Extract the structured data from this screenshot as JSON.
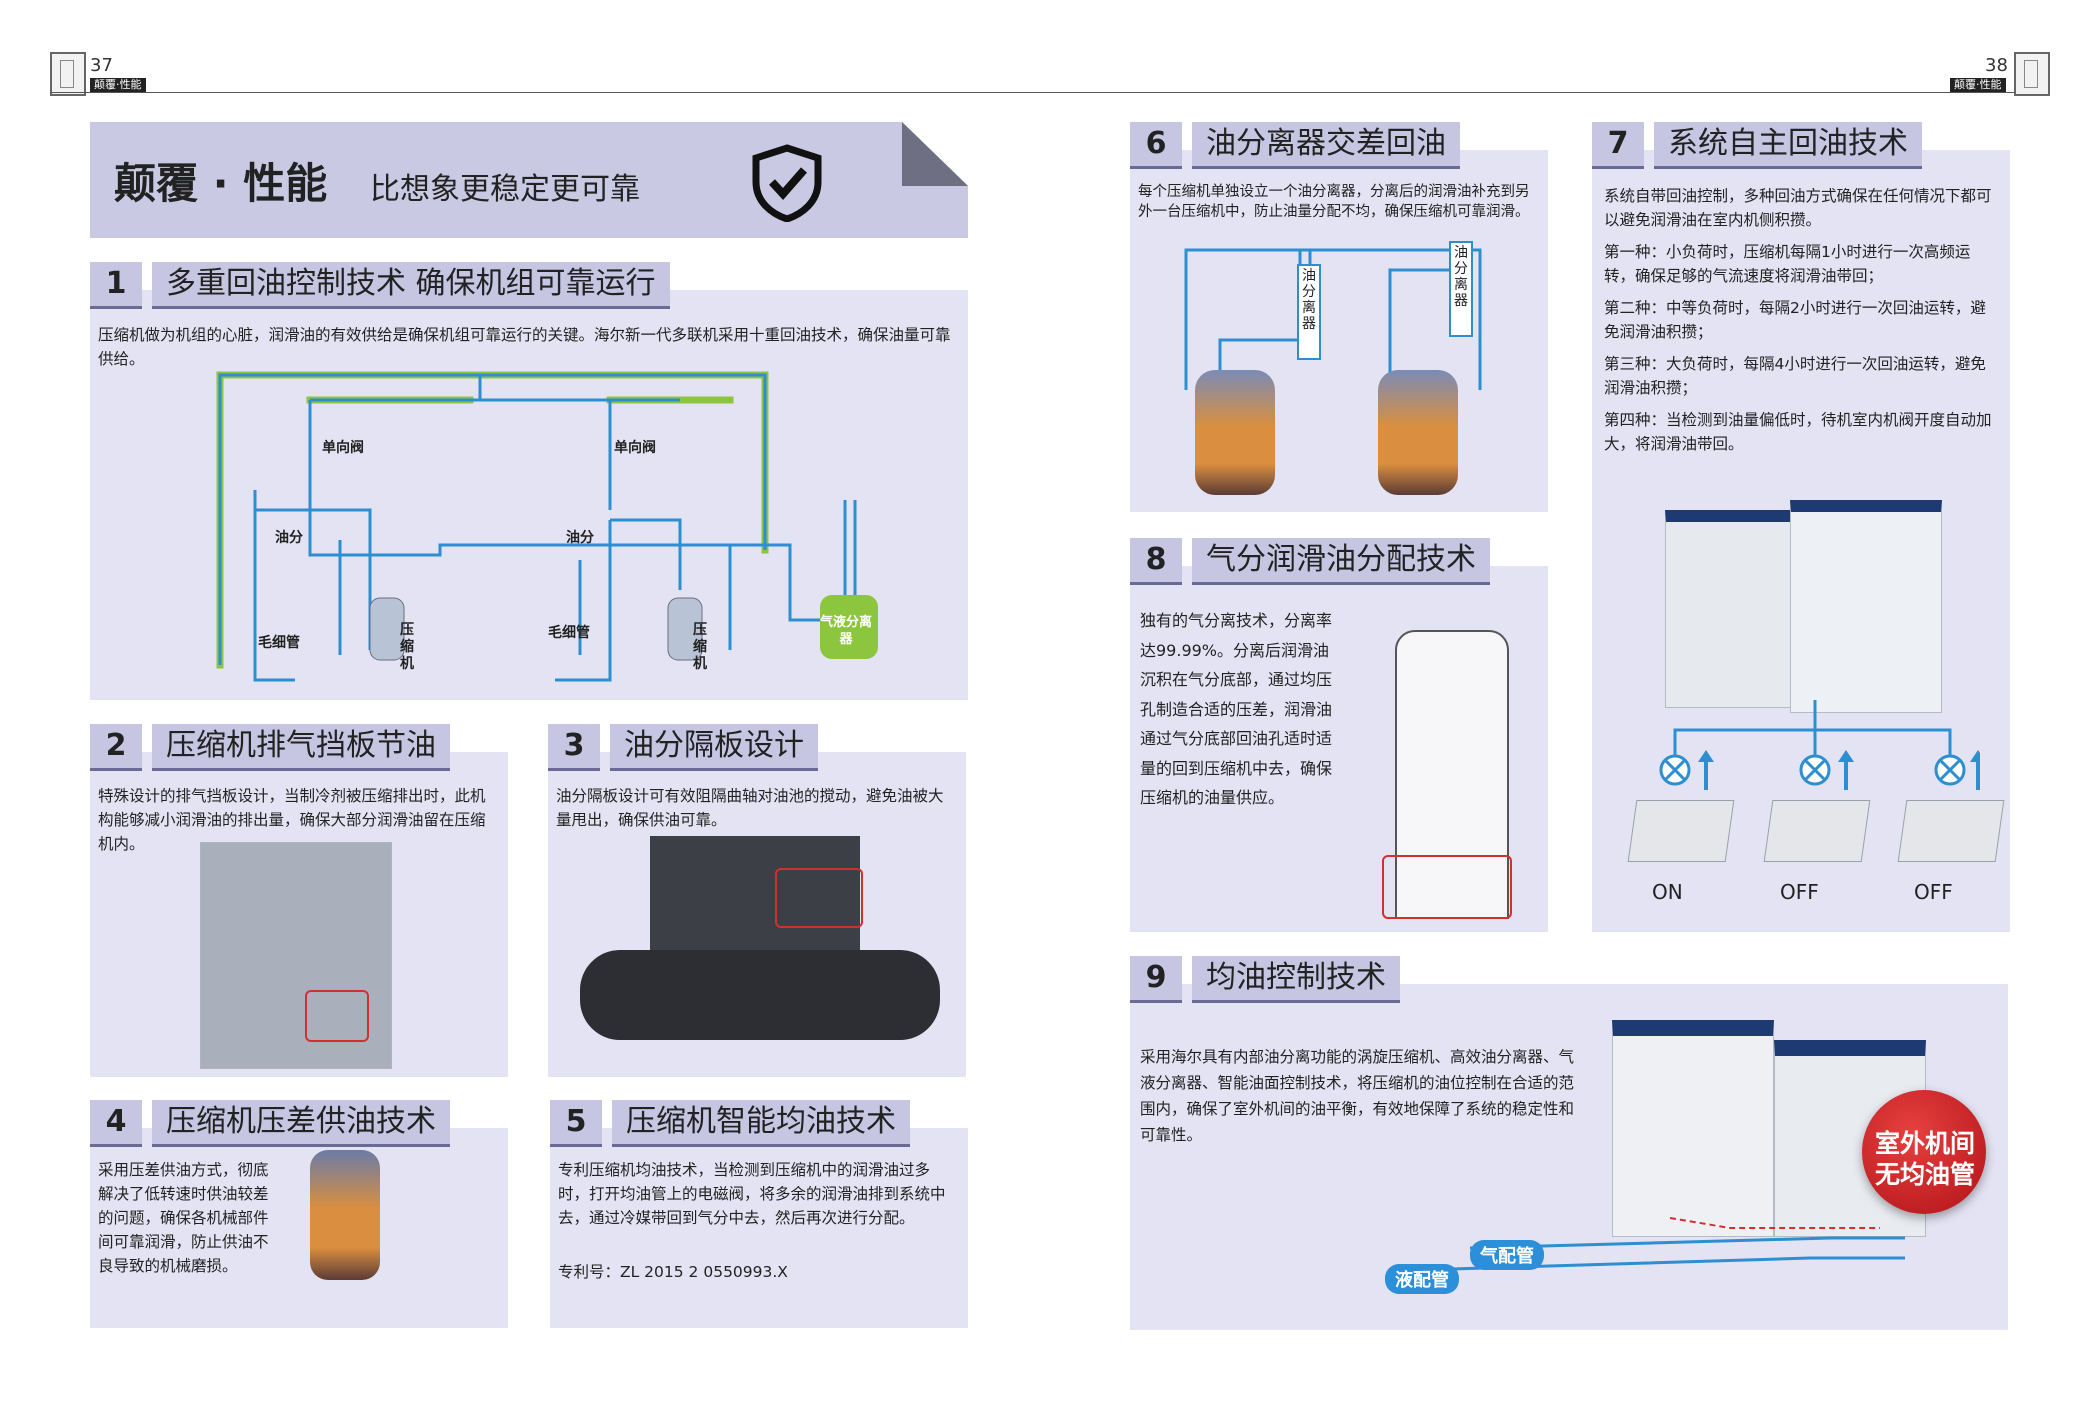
{
  "header": {
    "left_page_number": "37",
    "right_page_number": "38",
    "section_tag": "颠覆·性能"
  },
  "banner": {
    "title": "颠覆 · 性能",
    "subtitle": "比想象更稳定更可靠",
    "icon": "shield-check-icon"
  },
  "sections": {
    "s1": {
      "num": "1",
      "title": "多重回油控制技术  确保机组可靠运行",
      "text": "压缩机做为机组的心脏，润滑油的有效供给是确保机组可靠运行的关键。海尔新一代多联机采用十重回油技术，确保油量可靠供给。",
      "labels": {
        "check_valve_1": "单向阀",
        "check_valve_2": "单向阀",
        "oil_1": "油分",
        "oil_2": "油分",
        "capillary_1": "毛细管",
        "capillary_2": "毛细管",
        "compressor_1": "压缩机",
        "compressor_2": "压缩机",
        "separator": "气液分离器"
      }
    },
    "s2": {
      "num": "2",
      "title": "压缩机排气挡板节油",
      "text": "特殊设计的排气挡板设计，当制冷剂被压缩排出时，此机构能够减小润滑油的排出量，确保大部分润滑油留在压缩机内。"
    },
    "s3": {
      "num": "3",
      "title": "油分隔板设计",
      "text": "油分隔板设计可有效阻隔曲轴对油池的搅动，避免油被大量甩出，确保供油可靠。"
    },
    "s4": {
      "num": "4",
      "title": "压缩机压差供油技术",
      "text": "采用压差供油方式，彻底解决了低转速时供油较差的问题，确保各机械部件间可靠润滑，防止供油不良导致的机械磨损。"
    },
    "s5": {
      "num": "5",
      "title": "压缩机智能均油技术",
      "text": "专利压缩机均油技术，当检测到压缩机中的润滑油过多时，打开均油管上的电磁阀，将多余的润滑油排到系统中去，通过冷媒带回到气分中去，然后再次进行分配。",
      "patent": "专利号：ZL 2015 2 0550993.X"
    },
    "s6": {
      "num": "6",
      "title": "油分离器交差回油",
      "text": "每个压缩机单独设立一个油分离器，分离后的润滑油补充到另外一台压缩机中，防止油量分配不均，确保压缩机可靠润滑。",
      "labels": {
        "sep_1": "油分离器",
        "sep_2": "油分离器"
      }
    },
    "s7": {
      "num": "7",
      "title": "系统自主回油技术",
      "paragraphs": [
        "系统自带回油控制，多种回油方式确保在任何情况下都可以避免润滑油在室内机侧积攒。",
        "第一种：小负荷时，压缩机每隔1小时进行一次高频运转，确保足够的气流速度将润滑油带回；",
        "第二种：中等负荷时，每隔2小时进行一次回油运转，避免润滑油积攒；",
        "第三种：大负荷时，每隔4小时进行一次回油运转，避免润滑油积攒；",
        "第四种：当检测到油量偏低时，待机室内机阀开度自动加大，将润滑油带回。"
      ],
      "unit_states": [
        "ON",
        "OFF",
        "OFF"
      ]
    },
    "s8": {
      "num": "8",
      "title": "气分润滑油分配技术",
      "text": "独有的气分离技术，分离率达99.99%。分离后润滑油沉积在气分底部，通过均压孔制造合适的压差，润滑油通过气分底部回油孔适时适量的回到压缩机中去，确保压缩机的油量供应。"
    },
    "s9": {
      "num": "9",
      "title": "均油控制技术",
      "text": "采用海尔具有内部油分离功能的涡旋压缩机、高效油分离器、气液分离器、智能油面控制技术，将压缩机的油位控制在合适的范围内，确保了室外机间的油平衡，有效地保障了系统的稳定性和可靠性。",
      "badge": "室外机间无均油管",
      "gas_pipe": "气配管",
      "liquid_pipe": "液配管"
    }
  },
  "colors": {
    "panel": "#e3e3f3",
    "header": "#c6c6e3",
    "pipe": "#2d8fd0",
    "pipe_green": "#8cc63f",
    "badge_red": "#c9191f"
  }
}
